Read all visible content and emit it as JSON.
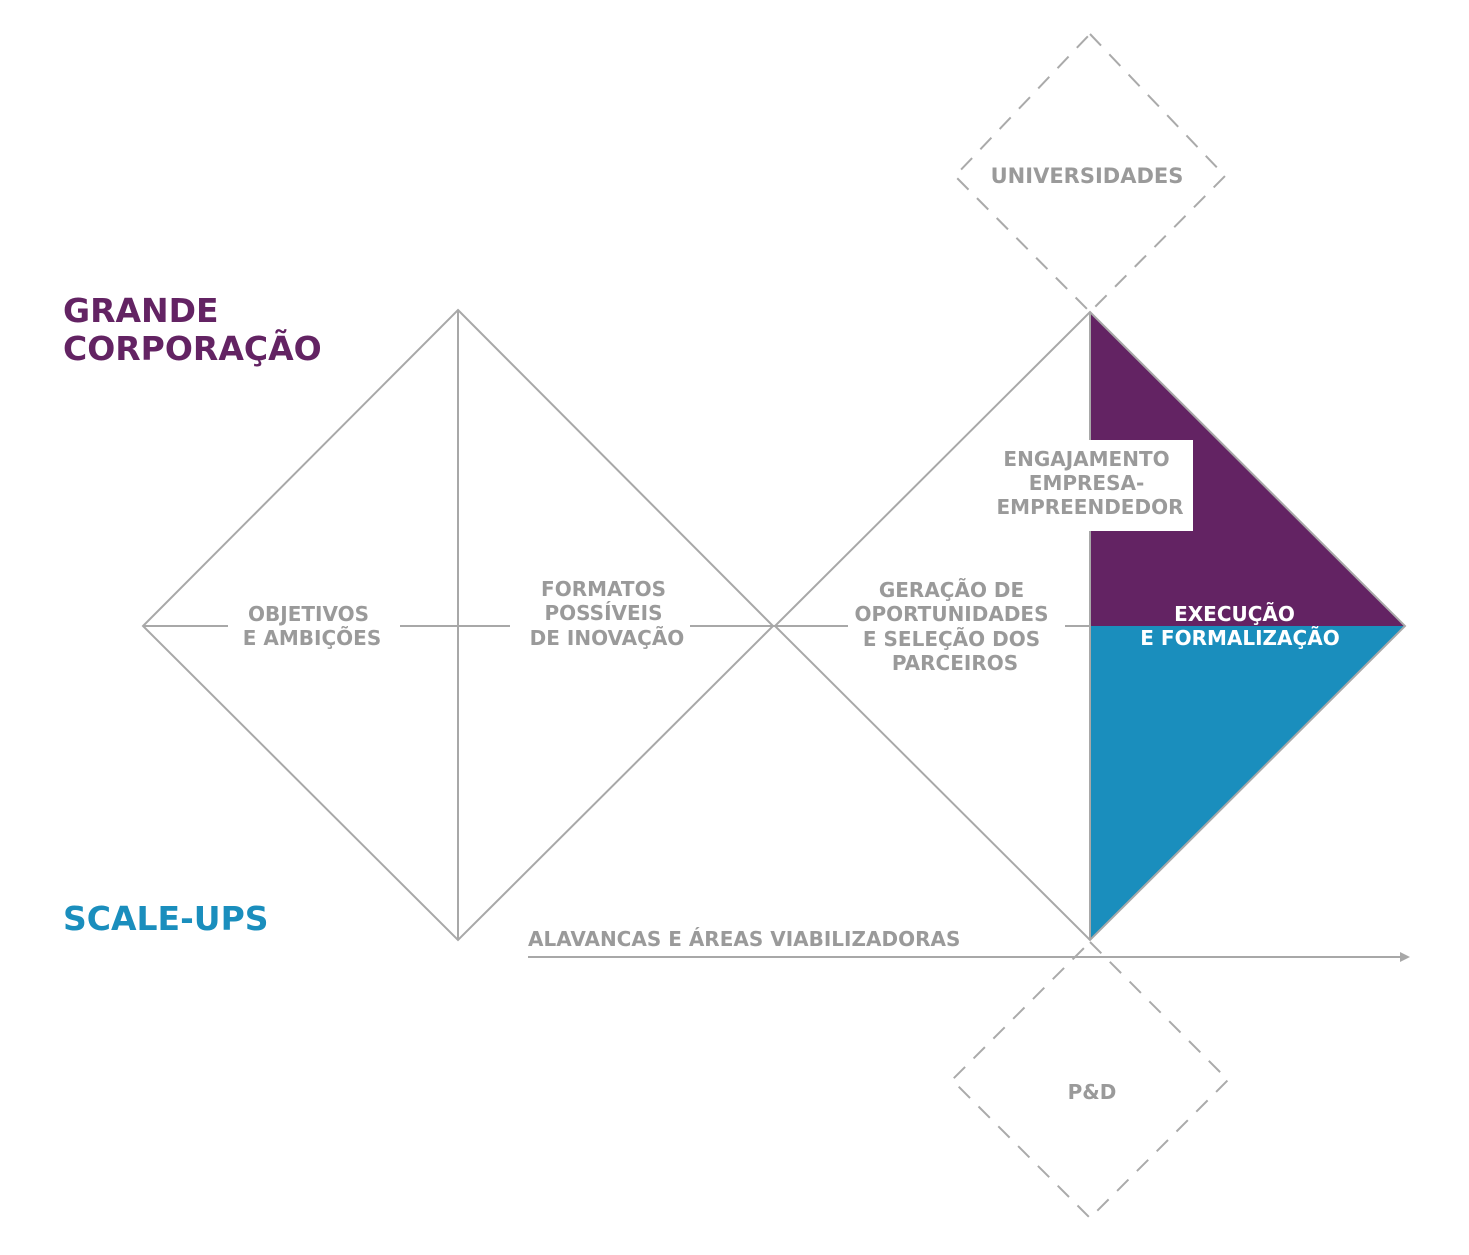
{
  "colors": {
    "corporate": "#632363",
    "scaleups": "#1a8ebd",
    "line": "#a8a8a8",
    "dashed": "#aaaaaa",
    "text_gray": "#9a9a9a",
    "text_light": "#ffffff"
  },
  "side_labels": {
    "corporate_line1": "GRANDE",
    "corporate_line2": "CORPORAÇÃO",
    "scaleups": "SCALE-UPS"
  },
  "stages": [
    {
      "id": "objetivos",
      "lines": [
        "OBJETIVOS",
        "E AMBIÇÕES"
      ]
    },
    {
      "id": "formatos",
      "lines": [
        "FORMATOS",
        "POSSÍVEIS",
        "DE INOVAÇÃO"
      ]
    },
    {
      "id": "geracao",
      "lines": [
        "GERAÇÃO DE",
        "OPORTUNIDADES",
        "E SELEÇÃO DOS",
        "PARCEIROS"
      ]
    },
    {
      "id": "engajamento",
      "lines": [
        "ENGAJAMENTO",
        "EMPRESA-",
        "EMPREENDEDOR"
      ]
    },
    {
      "id": "execucao",
      "lines": [
        "EXECUÇÃO",
        "E FORMALIZAÇÃO"
      ]
    }
  ],
  "external": {
    "universidades": "UNIVERSIDADES",
    "pd": "P&D"
  },
  "axis": {
    "label": "ALAVANCAS E ÁREAS VIABILIZADORAS"
  }
}
